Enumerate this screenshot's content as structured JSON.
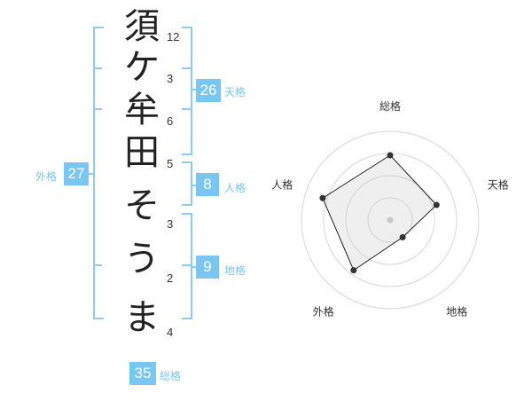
{
  "name": {
    "chars": [
      "須",
      "ケ",
      "牟",
      "田",
      "そ",
      "う",
      "ま"
    ],
    "strokes": [
      "12",
      "3",
      "6",
      "5",
      "3",
      "2",
      "4"
    ]
  },
  "fortune": {
    "tenkaku": {
      "value": "26",
      "label": "天格"
    },
    "jinkaku": {
      "value": "8",
      "label": "人格"
    },
    "chikaku": {
      "value": "9",
      "label": "地格"
    },
    "gaikaku": {
      "value": "27",
      "label": "外格"
    },
    "soukaku": {
      "value": "35",
      "label": "総格"
    }
  },
  "colors": {
    "accent": "#79c6f2",
    "bracket": "#8ecbf0"
  },
  "chart_data": {
    "type": "radar",
    "axes": [
      "総格",
      "天格",
      "地格",
      "外格",
      "人格"
    ],
    "values": [
      0.73,
      0.55,
      0.24,
      0.7,
      0.8
    ],
    "range": [
      0,
      1
    ],
    "rings": 4
  }
}
